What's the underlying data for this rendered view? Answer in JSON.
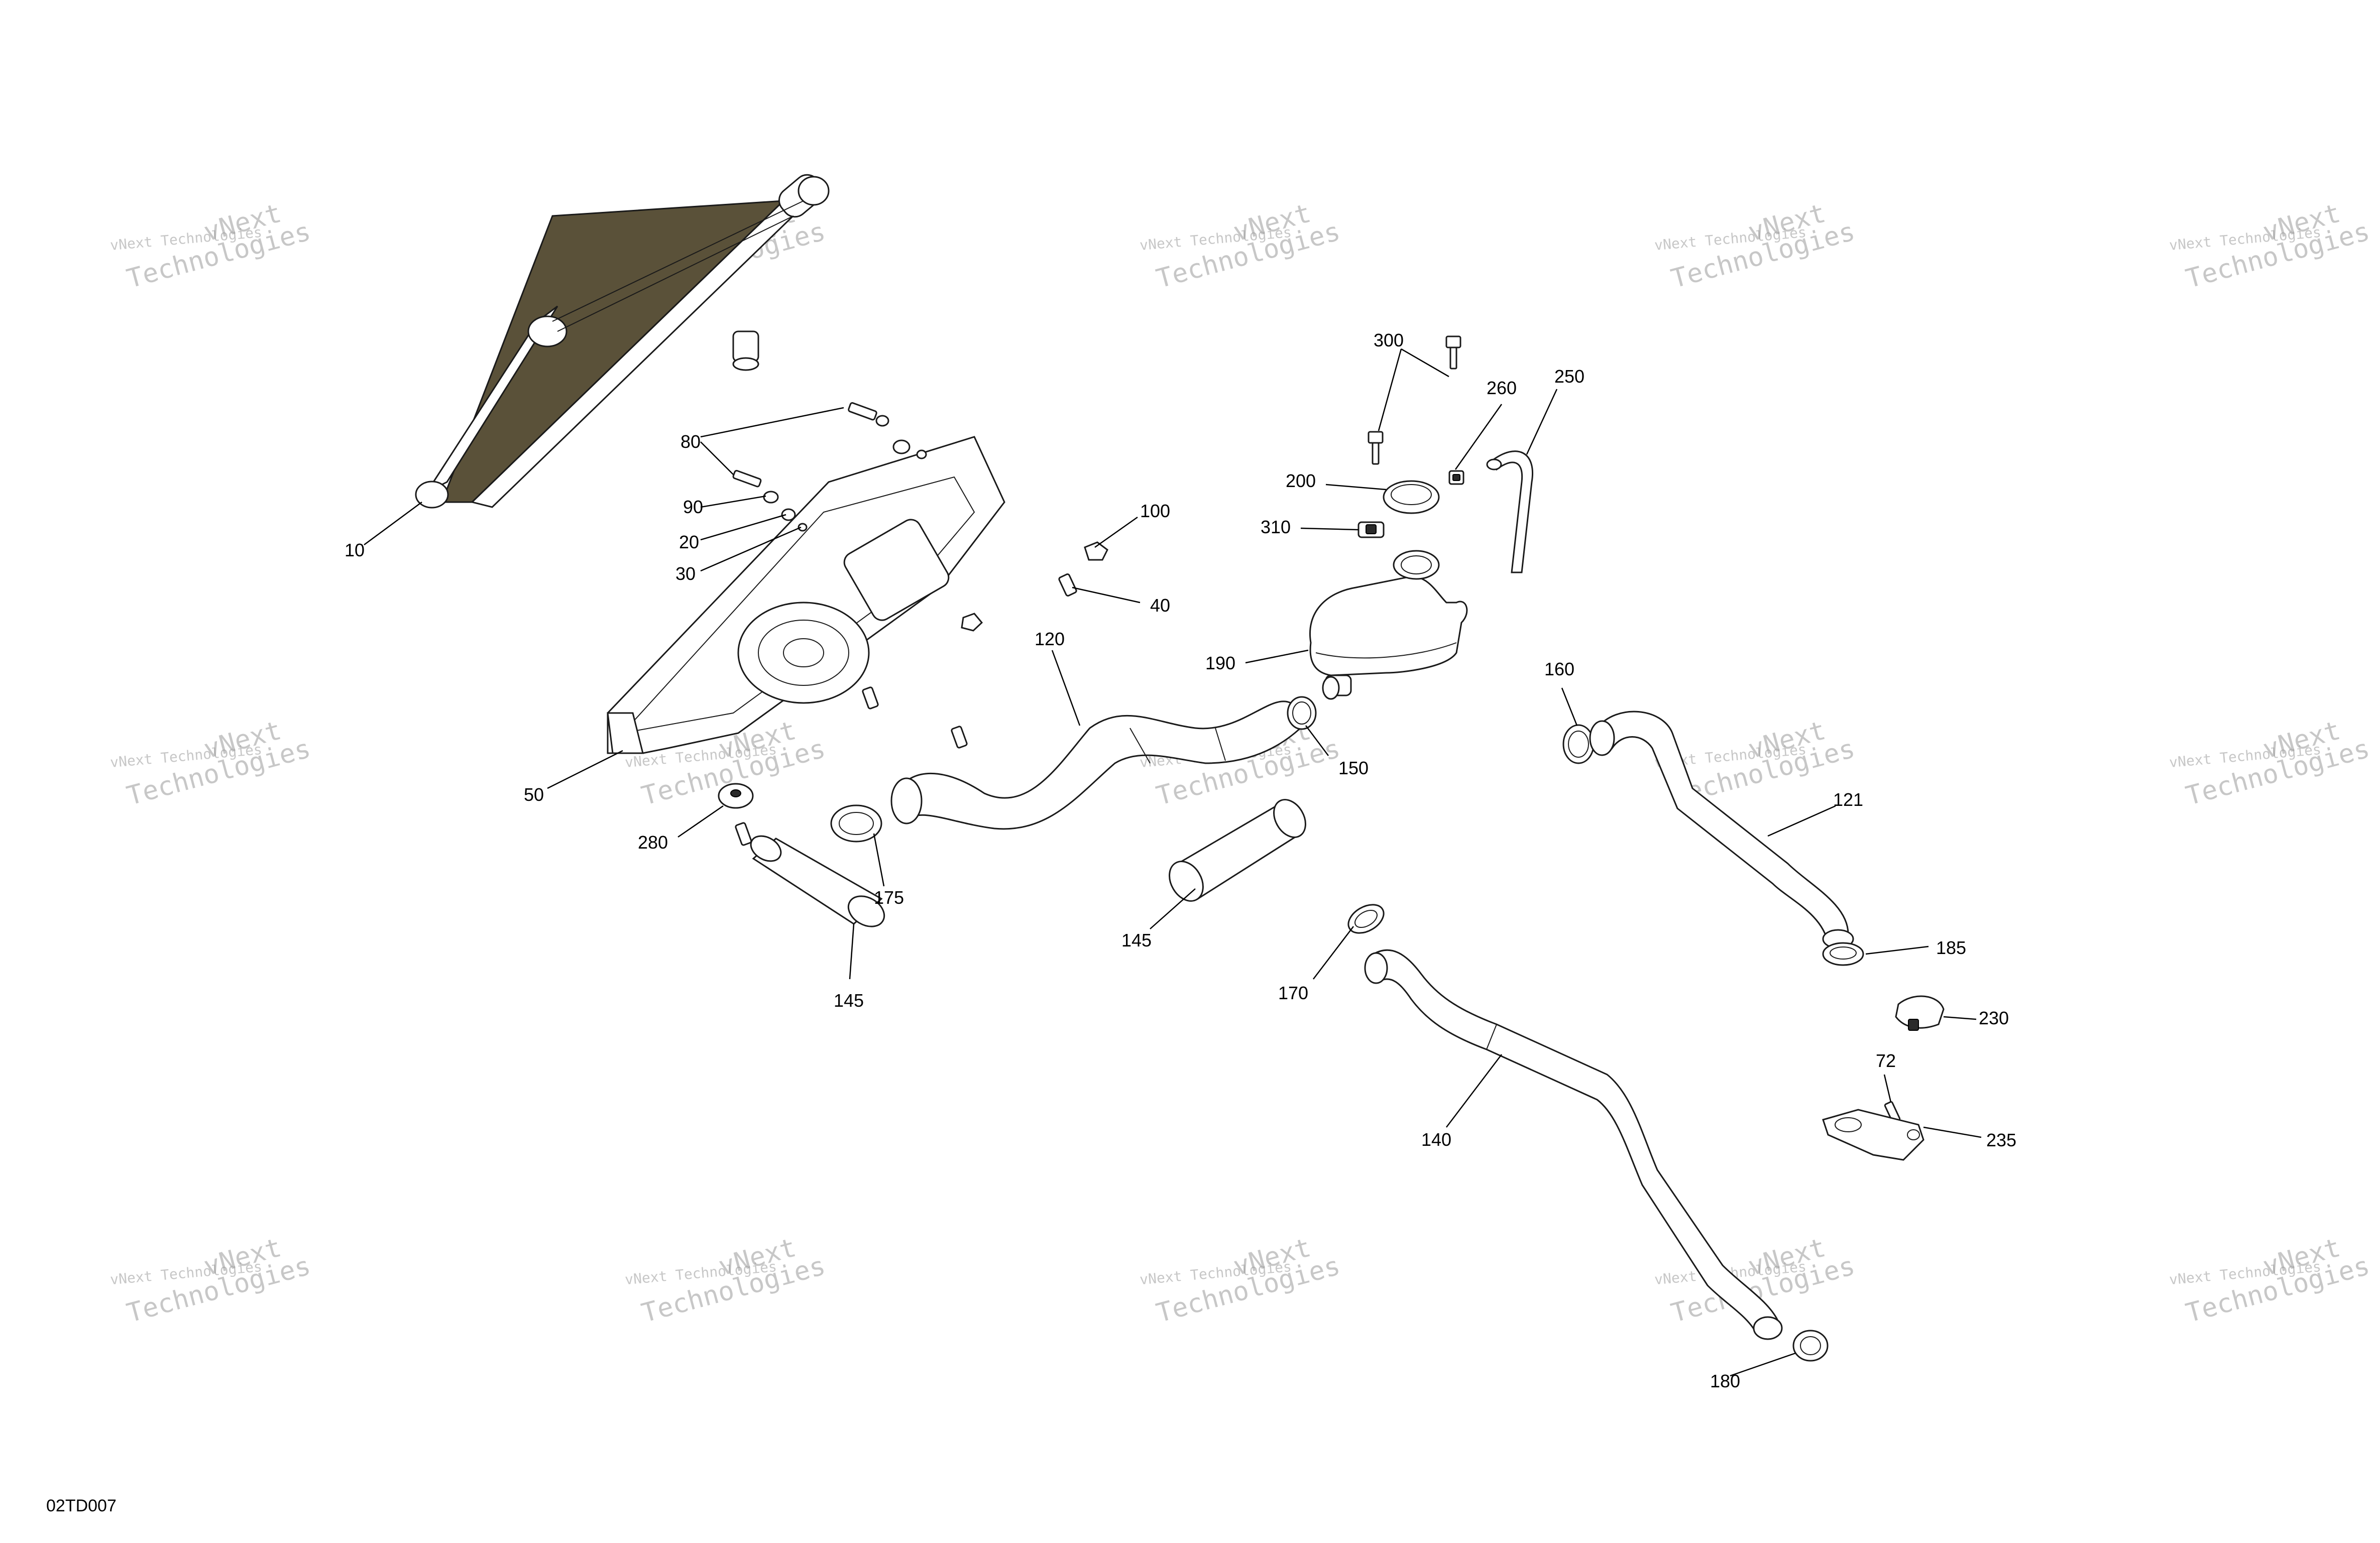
{
  "diagram_code": "02TD007",
  "watermark": {
    "line1": "vNext Technologies",
    "line2a": "vNext",
    "line2b": "Technologies"
  },
  "callouts": [
    "10",
    "80",
    "90",
    "20",
    "30",
    "50",
    "280",
    "100",
    "40",
    "120",
    "175",
    "145",
    "145",
    "150",
    "190",
    "200",
    "310",
    "300",
    "260",
    "250",
    "160",
    "121",
    "185",
    "170",
    "230",
    "72",
    "235",
    "140",
    "180"
  ]
}
